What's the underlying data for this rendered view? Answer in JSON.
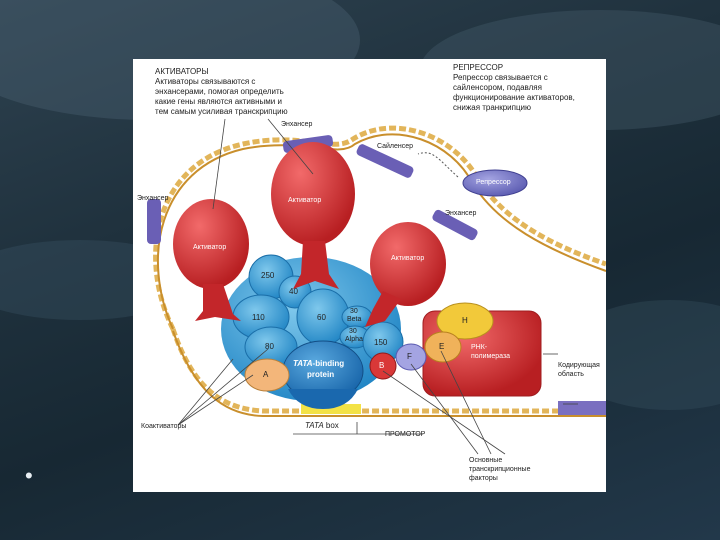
{
  "slide": {
    "bullet": "•"
  },
  "diagram": {
    "activators_caption": {
      "title": "АКТИВАТОРЫ",
      "lines": [
        "Активаторы связываются с",
        "энхансерами, помогая определить",
        "какие гены являются активными и",
        "тем самым усиливая транскрипцию"
      ]
    },
    "repressor_caption": {
      "title": "РЕПРЕССОР",
      "lines": [
        "Репрессор связывается с",
        "сайленсором, подавляя",
        "функционирование активаторов,",
        "снижая транкрипцию"
      ]
    },
    "labels": {
      "enhancer_top": "Энхансер",
      "enhancer_left": "Энхансер",
      "enhancer_right": "Энхансер",
      "silencer": "Сайленсер",
      "repressor": "Репрессор",
      "activator_1": "Активатор",
      "activator_2": "Активатор",
      "activator_3": "Активатор",
      "rna_pol_line1": "РНК-",
      "rna_pol_line2": "полимераза",
      "coding_line1": "Кодирующая",
      "coding_line2": "область",
      "coactivators": "Коактиваторы",
      "tata_box_prefix": "TATA",
      "tata_box_suffix": " box",
      "promoter": "ПРОМОТОР",
      "basal_line1": "Основные",
      "basal_line2": "транскрипционные",
      "basal_line3": "факторы",
      "tbp_line1": "TATA",
      "tbp_line1_suffix": "-binding",
      "tbp_line2": "protein"
    },
    "subunits": {
      "s250": "250",
      "s40": "40",
      "s60": "60",
      "s110": "110",
      "s80": "80",
      "s30b": "30",
      "beta": "Beta",
      "s30a": "30",
      "alpha": "Alpha",
      "s150": "150",
      "A": "A",
      "B": "B",
      "F": "F",
      "E": "E",
      "H": "H"
    }
  }
}
